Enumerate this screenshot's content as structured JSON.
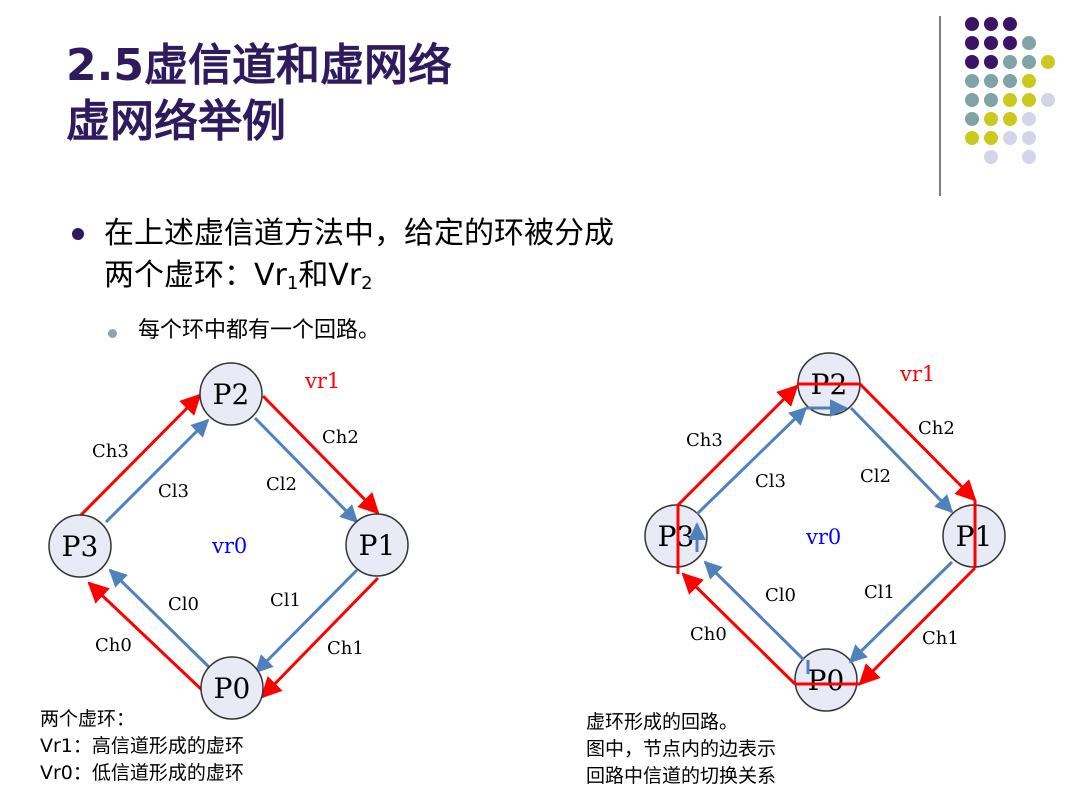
{
  "title": {
    "line1": "2.5虚信道和虚网络",
    "line2": "虚网络举例"
  },
  "bullet_main": {
    "line1": "在上述虚信道方法中，给定的环被分成",
    "line2_prefix": "两个虚环：Vr",
    "sub1": "1",
    "line2_mid": "和Vr",
    "sub2": "2"
  },
  "bullet_sub": "每个环中都有一个回路。",
  "diagram_left": {
    "nodes": {
      "p0": "P0",
      "p1": "P1",
      "p2": "P2",
      "p3": "P3"
    },
    "labels": {
      "vr1": "vr1",
      "vr0": "vr0",
      "ch0": "Ch0",
      "ch1": "Ch1",
      "ch2": "Ch2",
      "ch3": "Ch3",
      "cl0": "Cl0",
      "cl1": "Cl1",
      "cl2": "Cl2",
      "cl3": "Cl3"
    }
  },
  "diagram_right": {
    "nodes": {
      "p0": "P0",
      "p1": "P1",
      "p2": "P2",
      "p3": "P3"
    },
    "labels": {
      "vr1": "vr1",
      "vr0": "vr0",
      "ch0": "Ch0",
      "ch1": "Ch1",
      "ch2": "Ch2",
      "ch3": "Ch3",
      "cl0": "Cl0",
      "cl1": "Cl1",
      "cl2": "Cl2",
      "cl3": "Cl3"
    }
  },
  "caption_left": {
    "line1": "两个虚环：",
    "line2_a": "Vr1",
    "line2_b": "：高信道形成的虚环",
    "line3_a": "Vr0",
    "line3_b": "：低信道形成的虚环"
  },
  "caption_right": {
    "line1": "虚环形成的回路。",
    "line2": "图中，节点内的边表示",
    "line3": "回路中信道的切换关系"
  },
  "colors": {
    "title": "#2e1a5c",
    "high_channel": "#ff0000",
    "low_channel": "#4f81bd",
    "node_fill": "#e8eaf6",
    "vr0_label": "#0000ff",
    "vr1_label": "#ff0000"
  }
}
